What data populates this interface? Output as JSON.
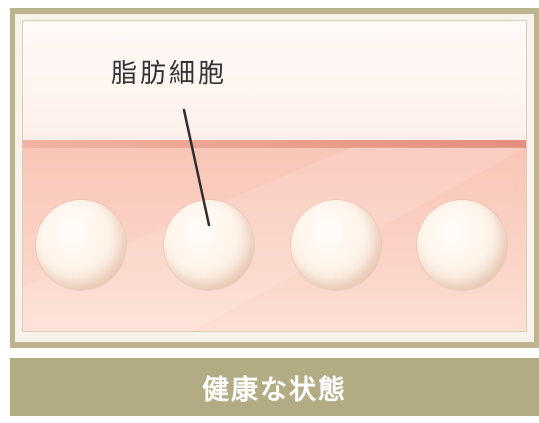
{
  "diagram": {
    "label": "脂肪細胞",
    "caption": "健康な状態",
    "cell_count": 4,
    "colors": {
      "frame": "#bdb48f",
      "caption_bar": "#b3ab84",
      "membrane": "#e48e7d",
      "tissue": "#f9c6b7",
      "cell": "#fff4ea"
    }
  }
}
